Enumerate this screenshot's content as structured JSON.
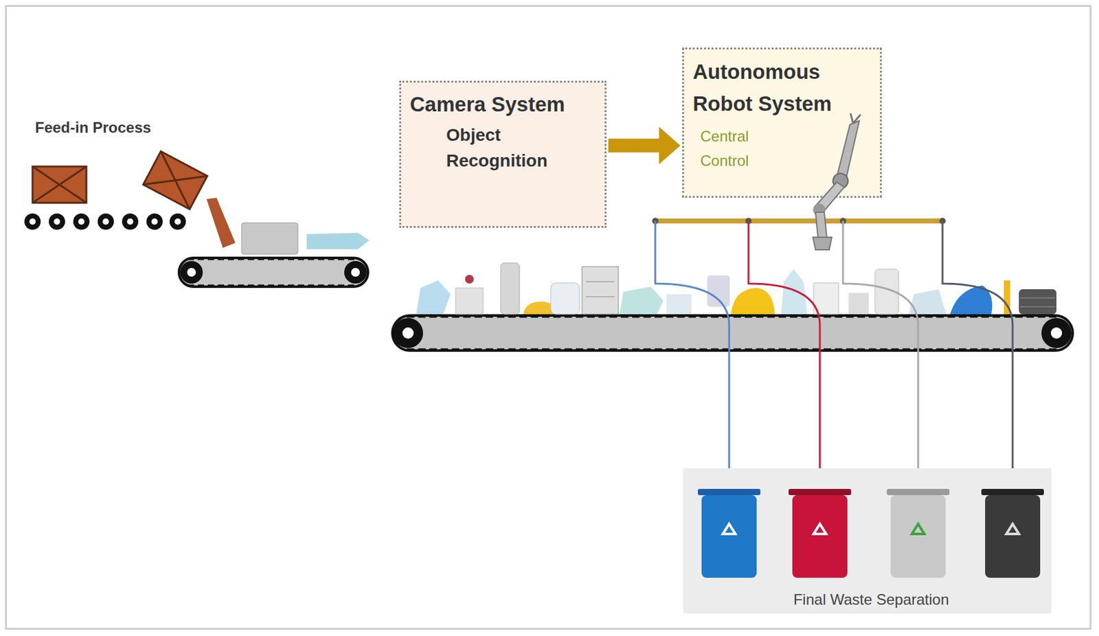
{
  "diagram": {
    "nodes": [
      {
        "text": [
          "Camera System",
          "Object Recognition"
        ]
      },
      {
        "text": [
          "Autonomous Robot System",
          "Central Control"
        ]
      },
      {
        "text": [
          "Final Waste Separation"
        ]
      }
    ],
    "edges": [
      {
        "from": 0,
        "to": 1,
        "arrow": "to"
      }
    ],
    "labels": [
      "Feed-in Process"
    ]
  }
}
